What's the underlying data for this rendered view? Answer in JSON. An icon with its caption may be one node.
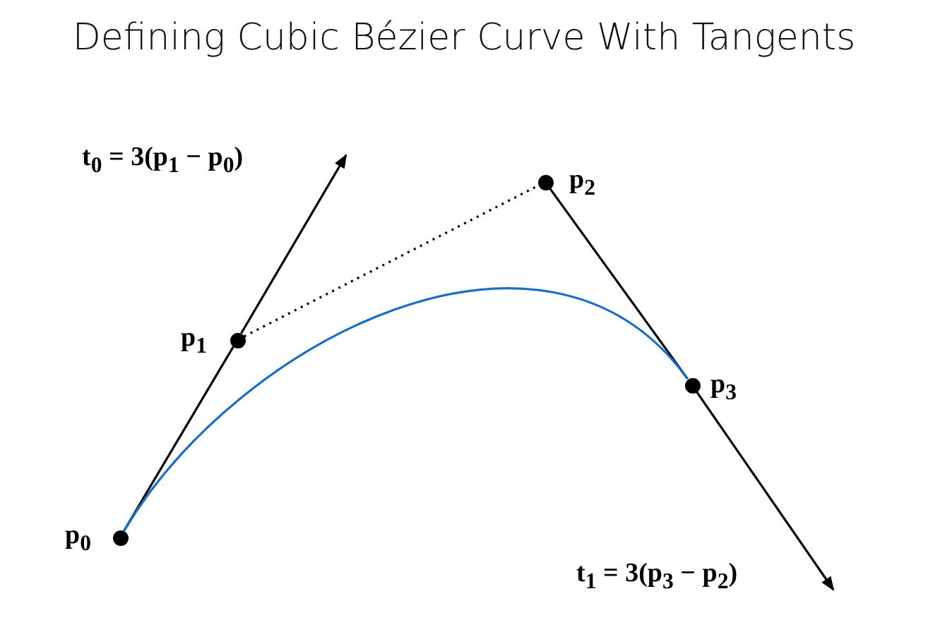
{
  "diagram": {
    "title": "Defining Cubic Bézier Curve With Tangents",
    "nodes": [
      {
        "text": [],
        "shape": "circle",
        "beside": [
          "p$_{0}$"
        ]
      },
      {
        "text": [],
        "shape": "circle",
        "beside": [
          "p$_{1}$"
        ]
      },
      {
        "text": [],
        "shape": "circle",
        "beside": [
          "p$_{2}$"
        ]
      },
      {
        "text": [],
        "shape": "circle",
        "beside": [
          "p$_{3}$"
        ]
      }
    ],
    "edges": [
      {
        "from": 0,
        "to": 1,
        "arrow": "none"
      },
      {
        "from": 1,
        "to": null,
        "arrow": "to",
        "label": "t$_{0}$ = 3(p$_{1}$ − p$_{0}$)"
      },
      {
        "from": 1,
        "to": 2,
        "arrow": "none",
        "style": "dashed"
      },
      {
        "from": 2,
        "to": 3,
        "arrow": "none"
      },
      {
        "from": 3,
        "to": null,
        "arrow": "to",
        "label": "t$_{1}$ = 3(p$_{3}$ − p$_{2}$)"
      },
      {
        "from": 0,
        "to": 3,
        "arrow": "none",
        "color": "#1a6fc4"
      }
    ]
  }
}
